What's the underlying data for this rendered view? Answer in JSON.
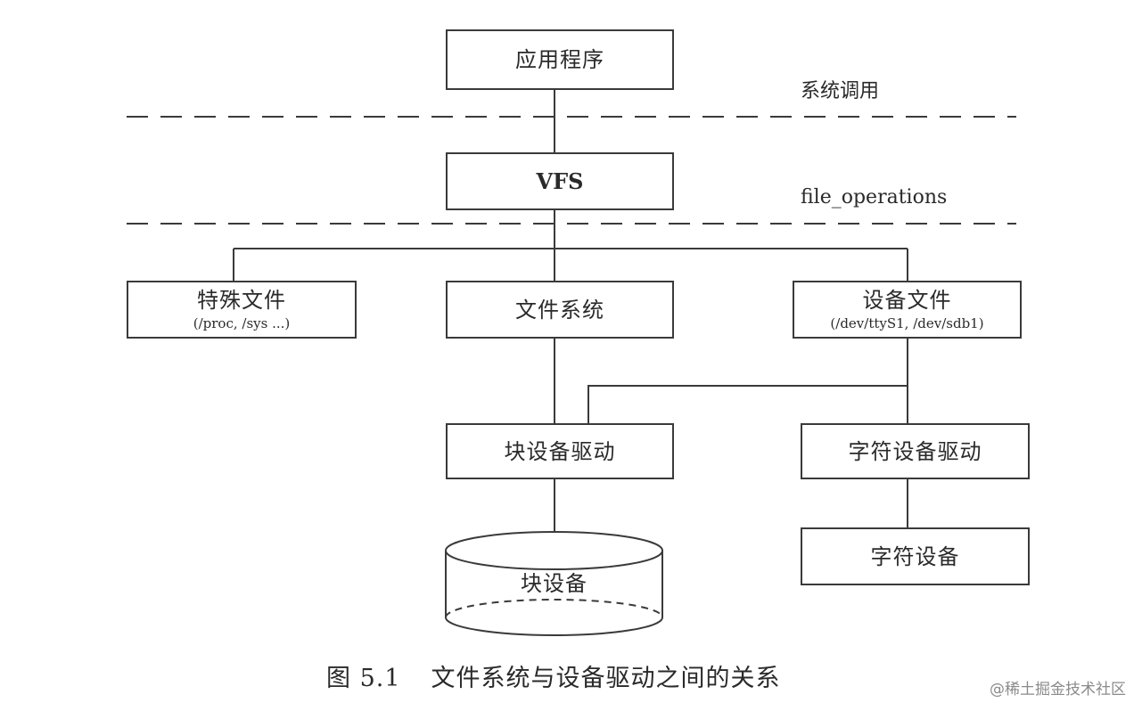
{
  "nodes": {
    "app": {
      "title": "应用程序"
    },
    "vfs": {
      "title": "VFS"
    },
    "special": {
      "title": "特殊文件",
      "sub": "(/proc, /sys ...)"
    },
    "fs": {
      "title": "文件系统"
    },
    "devfile": {
      "title": "设备文件",
      "sub": "(/dev/ttyS1, /dev/sdb1)"
    },
    "blkdrv": {
      "title": "块设备驱动"
    },
    "chrdrv": {
      "title": "字符设备驱动"
    },
    "blkdev": {
      "title": "块设备"
    },
    "chrdev": {
      "title": "字符设备"
    }
  },
  "boundaries": {
    "syscall": "系统调用",
    "fileops": "file_operations"
  },
  "caption": {
    "number": "图 5.1",
    "text": "文件系统与设备驱动之间的关系"
  },
  "watermark": "@稀土掘金技术社区",
  "colors": {
    "line": "#3a3a3a",
    "text": "#2a2a2a"
  }
}
